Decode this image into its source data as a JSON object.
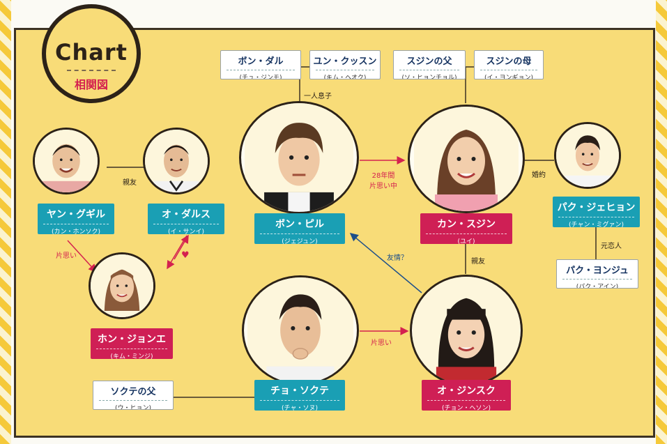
{
  "logo": {
    "title": "Chart",
    "subtitle": "相関図"
  },
  "colors": {
    "background": "#f8dc78",
    "teal": "#1a9fb4",
    "pink": "#cf1f55",
    "frame": "#2c2218"
  },
  "characters": {
    "bong_pil": {
      "name": "ボン・ピル",
      "actor": "(ジェジュン)"
    },
    "kang_sujin": {
      "name": "カン・スジン",
      "actor": "(ユイ)"
    },
    "park_jaehyon": {
      "name": "パク・ジェヒョン",
      "actor": "(チャン・ミグァン)"
    },
    "yang_gugil": {
      "name": "ヤン・グギル",
      "actor": "(カン・ホンソク)"
    },
    "o_dalsu": {
      "name": "オ・ダルス",
      "actor": "(イ・サンイ)"
    },
    "hon_jongae": {
      "name": "ホン・ジョンエ",
      "actor": "(キム・ミンジ)"
    },
    "cho_sokute": {
      "name": "チョ・ソクテ",
      "actor": "(チャ・ソヌ)"
    },
    "o_jinsuku": {
      "name": "オ・ジンスク",
      "actor": "(チョン・ヘソン)"
    },
    "bong_dal": {
      "name": "ボン・ダル",
      "actor": "(チュ・ジンモ)"
    },
    "yun_kusun": {
      "name": "ユン・クッスン",
      "actor": "(キム・ヘオク)"
    },
    "sujin_father": {
      "name": "スジンの父",
      "actor": "(ソ・ヒョンチョル)"
    },
    "sujin_mother": {
      "name": "スジンの母",
      "actor": "(イ・ヨンギョン)"
    },
    "park_yonju": {
      "name": "パク・ヨンジュ",
      "actor": "(パク・アイン)"
    },
    "sokute_father": {
      "name": "ソクテの父",
      "actor": "(ウ・ヒョン)"
    }
  },
  "relations": {
    "only_son": "一人息子",
    "unrequited_28_line1": "28年間",
    "unrequited_28_line2": "片思い中",
    "engaged": "婚約",
    "ex_lover": "元恋人",
    "best_friend_top": "親友",
    "best_friend_sujin": "親友",
    "friendship": "友情？",
    "unrequited_gugil": "片思い",
    "unrequited_sokute": "片思い",
    "heart": "♥"
  }
}
